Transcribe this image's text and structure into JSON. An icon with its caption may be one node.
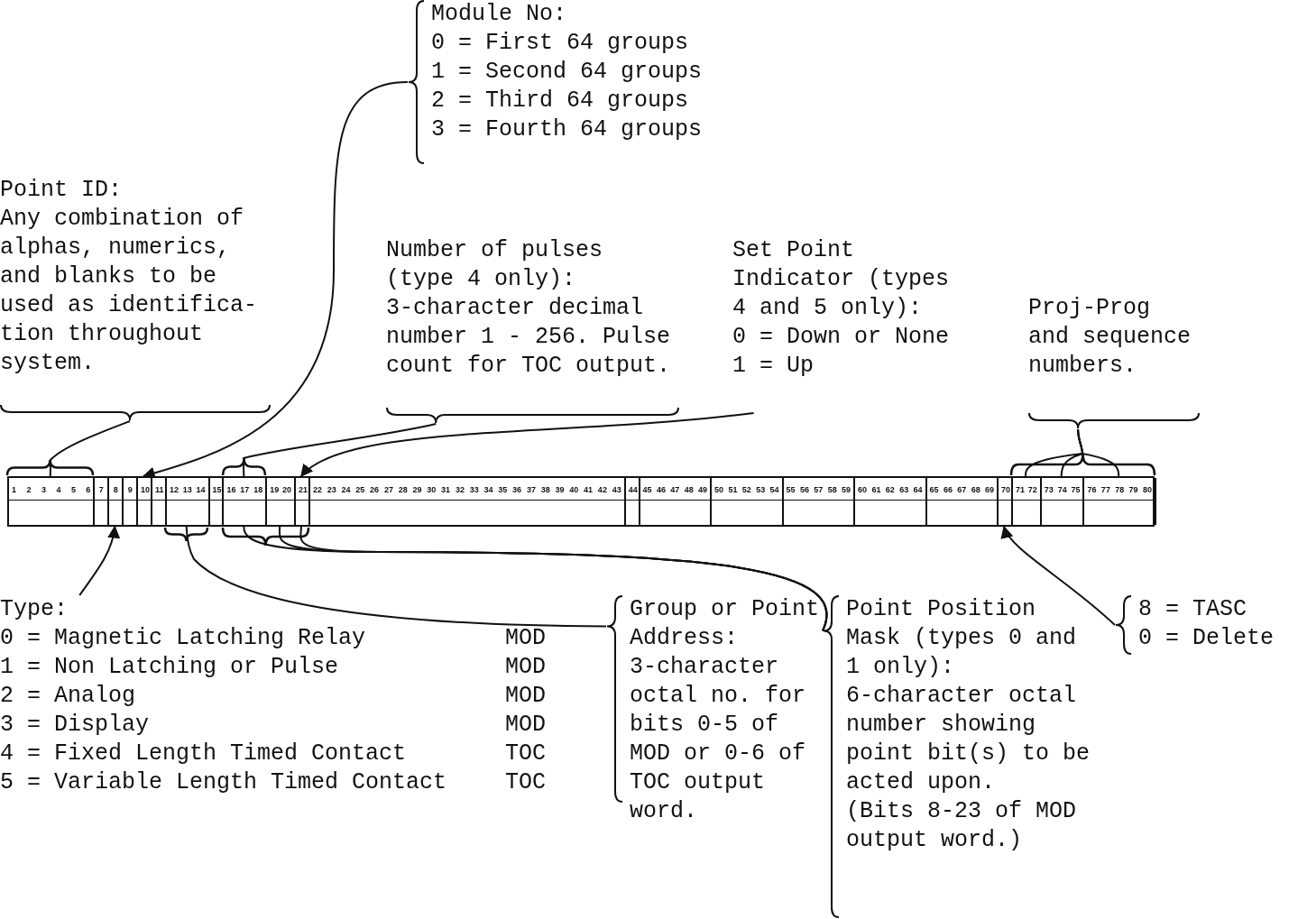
{
  "diagram": {
    "nodes": [
      {
        "text": [
          "Module No:",
          "0 = First 64 groups",
          "1 = Second 64 groups",
          "2 = Third 64 groups",
          "3 = Fourth 64 groups"
        ]
      },
      {
        "text": [
          "Point ID:",
          "Any combination of alphas, numerics, and blanks to be used as identifica- tion throughout system."
        ]
      },
      {
        "text": [
          "Number of pulses (type 4 only):",
          "3-character decimal number 1 - 256. Pulse count for TOC output."
        ]
      },
      {
        "text": [
          "Set Point Indicator (types 4 and 5 only):",
          "0 = Down or None",
          "1 = Up"
        ]
      },
      {
        "text": [
          "Proj-Prog and sequence numbers."
        ]
      },
      {
        "text": [],
        "shape": "bar"
      },
      {
        "text": [
          "1 2 3 4 5 6"
        ],
        "in": 5
      },
      {
        "text": [
          "7"
        ],
        "in": 5
      },
      {
        "text": [
          "8"
        ],
        "in": 5
      },
      {
        "text": [
          "9"
        ],
        "in": 5
      },
      {
        "text": [
          "10"
        ],
        "in": 5
      },
      {
        "text": [
          "11"
        ],
        "in": 5
      },
      {
        "text": [
          "12 13 14"
        ],
        "in": 5
      },
      {
        "text": [
          "15"
        ],
        "in": 5
      },
      {
        "text": [
          "16 17 18"
        ],
        "in": 5
      },
      {
        "text": [
          "19 20"
        ],
        "in": 5
      },
      {
        "text": [
          "21"
        ],
        "in": 5
      },
      {
        "text": [
          "22 23 24 25 26 27 28 29 30 31 32 33 34 35 36 37 38 39 40 41 42 43"
        ],
        "in": 5
      },
      {
        "text": [
          "44"
        ],
        "in": 5
      },
      {
        "text": [
          "45 46 47 48 49"
        ],
        "in": 5
      },
      {
        "text": [
          "50 51 52 53 54"
        ],
        "in": 5
      },
      {
        "text": [
          "55 56 57 58 59"
        ],
        "in": 5
      },
      {
        "text": [
          "60 61 62 63 64"
        ],
        "in": 5
      },
      {
        "text": [
          "65 66 67 68 69"
        ],
        "in": 5
      },
      {
        "text": [
          "70"
        ],
        "in": 5
      },
      {
        "text": [
          "71 72"
        ],
        "in": 5
      },
      {
        "text": [
          "73 74 75"
        ],
        "in": 5
      },
      {
        "text": [
          "76 77 78 79 80"
        ],
        "in": 5
      },
      {
        "text": [
          "Type:",
          "0 = Magnetic Latching Relay",
          "MOD",
          "1 = Non Latching or Pulse",
          "MOD",
          "2 = Analog",
          "MOD",
          "3 = Display",
          "MOD",
          "4 = Fixed Length Timed Contact",
          "TOC",
          "5 = Variable Length Timed Contact",
          "TOC"
        ]
      },
      {
        "text": [
          "Group or Point Address:",
          "3-character octal no. for bits 0-5 of MOD or 0-6 of TOC output word."
        ]
      },
      {
        "text": [
          "Point Position Mask (types 0 and 1 only):",
          "6-character octal number showing point bit(s) to be acted upon.",
          "(Bits 8-23 of MOD output word.)"
        ]
      },
      {
        "text": [
          "8 = TASC",
          "0 = Delete"
        ]
      }
    ],
    "edges": [
      {
        "from": 0,
        "to": 10,
        "arrow": "to"
      },
      {
        "from": 1,
        "to": 6,
        "arrow": "none"
      },
      {
        "from": 2,
        "to": 14,
        "arrow": "none"
      },
      {
        "from": 3,
        "to": 16,
        "arrow": "to"
      },
      {
        "from": 4,
        "to": 25,
        "arrow": "none"
      },
      {
        "from": 4,
        "to": 26,
        "arrow": "none"
      },
      {
        "from": 4,
        "to": 27,
        "arrow": "none"
      },
      {
        "from": 28,
        "to": 8,
        "arrow": "to"
      },
      {
        "from": 29,
        "to": 12,
        "arrow": "none"
      },
      {
        "from": 30,
        "to": 14,
        "arrow": "none"
      },
      {
        "from": 30,
        "to": 15,
        "arrow": "none"
      },
      {
        "from": 30,
        "to": 16,
        "arrow": "none"
      },
      {
        "from": 31,
        "to": 24,
        "arrow": "to"
      }
    ]
  }
}
